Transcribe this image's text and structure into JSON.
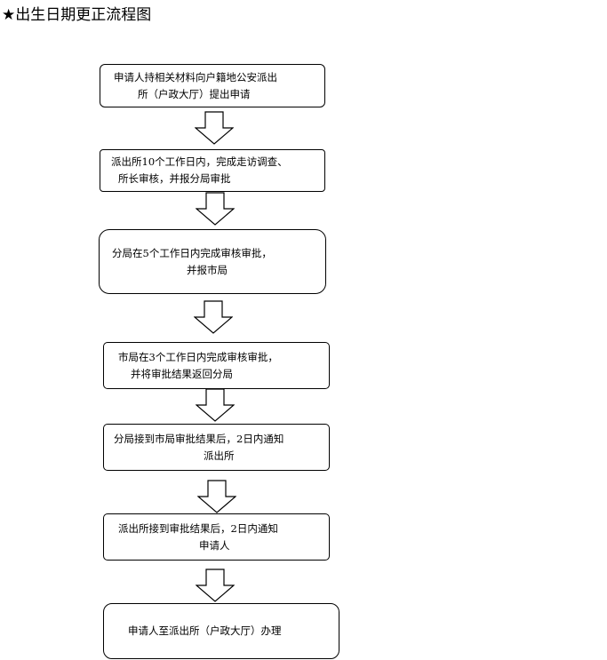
{
  "title": "★出生日期更正流程图",
  "steps": [
    {
      "line1": "申请人持相关材料向户籍地公安派出",
      "line2": "所（户政大厅）提出申请"
    },
    {
      "line1": "派出所10个工作日内，完成走访调查、",
      "line2": "所长审核，并报分局审批"
    },
    {
      "line1": "分局在5个工作日内完成审核审批，",
      "line2": "并报市局"
    },
    {
      "line1": "市局在3个工作日内完成审核审批，",
      "line2": "并将审批结果返回分局"
    },
    {
      "line1": "分局接到市局审批结果后，2日内通知",
      "line2": "派出所"
    },
    {
      "line1": "派出所接到审批结果后，2日内通知",
      "line2": "申请人"
    },
    {
      "line1": "申请人至派出所（户政大厅）办理"
    }
  ]
}
